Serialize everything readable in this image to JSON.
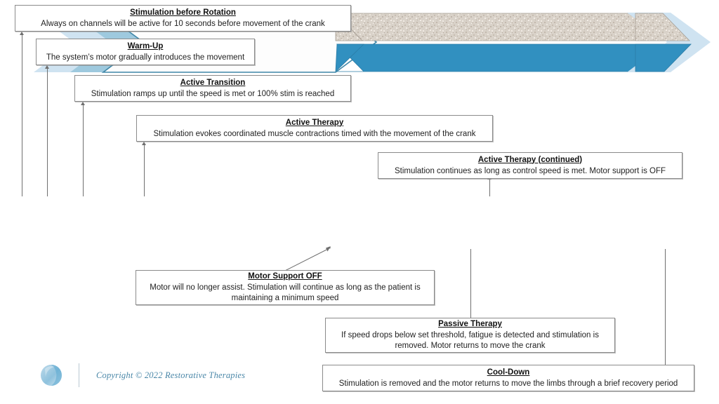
{
  "diagram": {
    "title_semantic": "therapy-session-phase-timeline",
    "colors": {
      "chevron_pale": "#cfe3f1",
      "chevron_mid": "#9ec9de",
      "chevron_outline": "#3f87a8",
      "band_blue": "#3190c0",
      "band_texture_base": "#d9d2c9",
      "box_border": "#8b8b8b",
      "connector": "#6f6f6f",
      "footer_text": "#4a87a8"
    },
    "boxes": [
      {
        "id": "stimulation-before-rotation",
        "title": "Stimulation before Rotation",
        "desc": "Always on channels will be active for 10 seconds before movement of the crank"
      },
      {
        "id": "warm-up",
        "title": "Warm-Up",
        "desc": "The system’s motor gradually introduces the movement"
      },
      {
        "id": "active-transition",
        "title": "Active Transition",
        "desc": "Stimulation ramps up until the speed is met or 100% stim is reached"
      },
      {
        "id": "active-therapy",
        "title": "Active Therapy",
        "desc": "Stimulation evokes coordinated muscle contractions timed with the movement of the crank"
      },
      {
        "id": "active-therapy-continued",
        "title": "Active Therapy (continued)",
        "desc": "Stimulation continues as long as control speed is met. Motor support is OFF"
      },
      {
        "id": "motor-support-off",
        "title": "Motor Support OFF",
        "desc": "Motor will no longer assist. Stimulation will continue as long as the patient is maintaining a minimum speed"
      },
      {
        "id": "passive-therapy",
        "title": "Passive Therapy",
        "desc": "If speed drops below set threshold, fatigue is detected and stimulation is removed. Motor returns to move the crank"
      },
      {
        "id": "cool-down",
        "title": "Cool-Down",
        "desc": "Stimulation is removed and the motor returns to move the limbs through a brief recovery period"
      }
    ]
  },
  "footer": {
    "copyright": "Copyright © 2022 Restorative Therapies",
    "logo_name": "restorative-therapies-sphere-logo"
  }
}
